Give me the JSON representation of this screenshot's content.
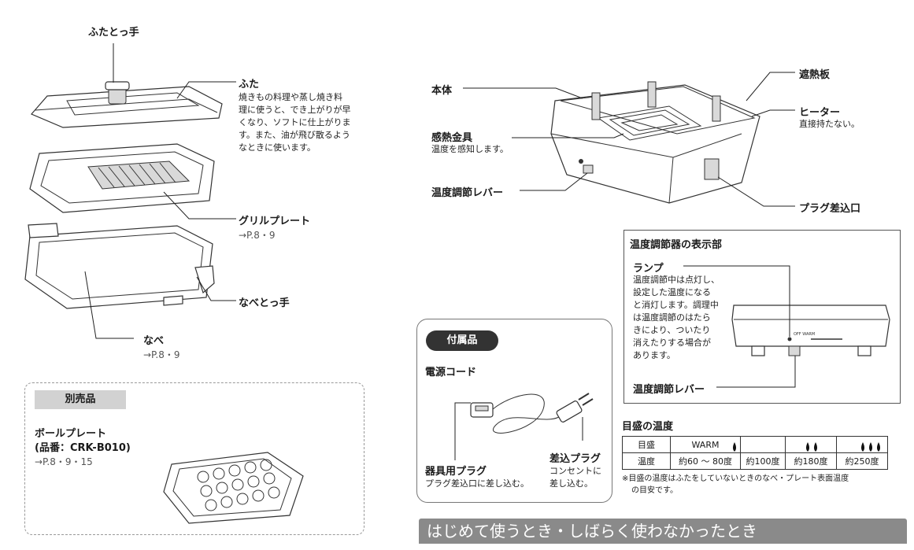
{
  "left": {
    "handle_label": "ふたとっ手",
    "lid_label": "ふた",
    "lid_desc": [
      "焼きもの料理や蒸し焼き料",
      "理に使うと、でき上がりが早",
      "くなり、ソフトに仕上がりま",
      "す。また、油が飛び散るよう",
      "なときに使います。"
    ],
    "grill_label": "グリルプレート",
    "grill_ref": "→P.8・9",
    "pot_handle_label": "なべとっ手",
    "pot_label": "なべ",
    "pot_ref": "→P.8・9"
  },
  "sold": {
    "tag": "別売品",
    "name": "ボールプレート",
    "model": "(品番：CRK-B010)",
    "ref": "→P.8・9・15"
  },
  "body": {
    "main_label": "本体",
    "sensor_label": "感熱金具",
    "sensor_desc": "温度を感知します。",
    "lever_label": "温度調節レバー",
    "shield_label": "遮熱板",
    "heater_label": "ヒーター",
    "heater_desc": "直接持たない。",
    "plug_label": "プラグ差込口"
  },
  "display": {
    "title": "温度調節器の表示部",
    "lamp_label": "ランプ",
    "lamp_desc": [
      "温度調節中は点灯し、",
      "設定した温度になる",
      "と消灯します。調理中",
      "は温度調節のはたら",
      "きにより、ついたり",
      "消えたりする場合が",
      "あります。"
    ],
    "lever_label": "温度調節レバー",
    "scale_text": "OFF WARM"
  },
  "accessory": {
    "tag": "付属品",
    "cord_label": "電源コード",
    "appliance_plug_label": "器具用プラグ",
    "appliance_plug_desc": "プラグ差込口に差し込む。",
    "plug_label": "差込プラグ",
    "plug_desc": [
      "コンセントに",
      "差し込む。"
    ]
  },
  "temps": {
    "title": "目盛の温度",
    "header": [
      "目盛",
      "WARM"
    ],
    "row_label": "温度",
    "values": [
      "約60 ～ 80度",
      "約100度",
      "約180度",
      "約250度"
    ],
    "note": [
      "※目盛の温度はふたをしていないときのなべ・プレート表面温度",
      "の目安です。"
    ]
  },
  "banner": "はじめて使うとき・しばらく使わなかったとき"
}
